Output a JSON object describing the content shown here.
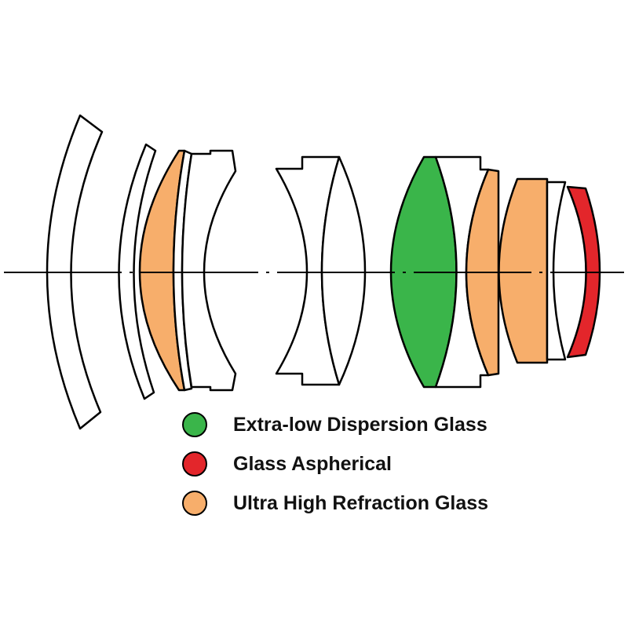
{
  "colors": {
    "ed_glass": "#3ab54a",
    "aspherical": "#e3262b",
    "uhr_glass": "#f7ae6b",
    "outline": "#000000"
  },
  "legend": {
    "items": [
      {
        "label": "Extra-low Dispersion Glass",
        "color": "#3ab54a"
      },
      {
        "label": "Glass Aspherical",
        "color": "#e3262b"
      },
      {
        "label": "Ultra High Refraction Glass",
        "color": "#f7ae6b"
      }
    ]
  }
}
